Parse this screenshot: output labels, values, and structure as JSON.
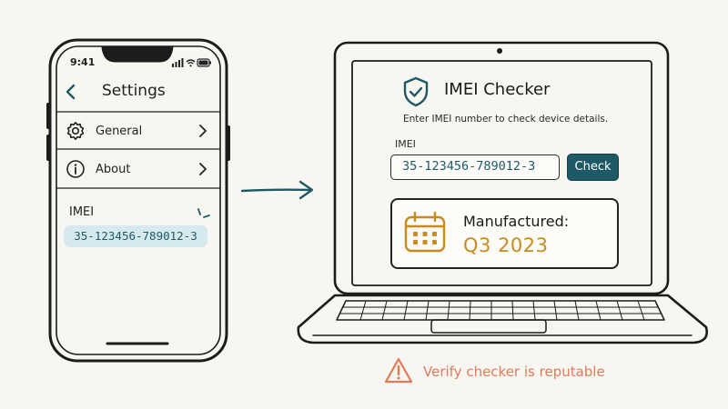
{
  "phone": {
    "status_time": "9:41",
    "screen_title": "Settings",
    "rows": [
      {
        "label": "General",
        "icon": "gear-icon"
      },
      {
        "label": "About",
        "icon": "info-icon"
      }
    ],
    "imei_label": "IMEI",
    "imei_value": "35-123456-789012-3",
    "highlight_color": "#d6e9ee"
  },
  "laptop": {
    "app_title": "IMEI Checker",
    "instruction": "Enter IMEI number to check device details.",
    "field_label": "IMEI",
    "input_value": "35-123456-789012-3",
    "check_button": "Check",
    "result": {
      "label": "Manufactured:",
      "value": "Q3 2023",
      "icon": "calendar-icon"
    },
    "accent_color": "#1f5966",
    "result_color": "#c98a1e"
  },
  "warning": {
    "text": "Verify checker is reputable",
    "icon": "warning-triangle-icon",
    "color": "#e07a5a"
  }
}
